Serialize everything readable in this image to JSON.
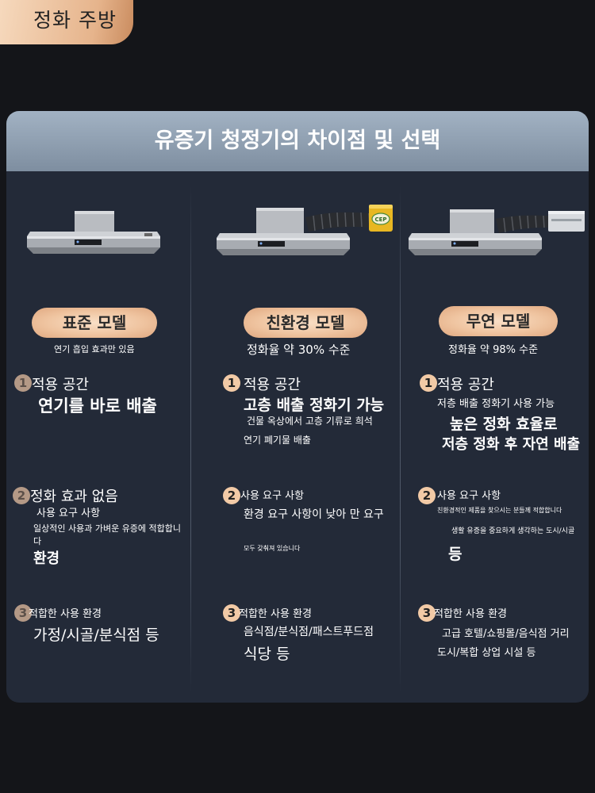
{
  "brand": {
    "name": "정화 주방"
  },
  "title": "유증기 청정기의 차이점 및 선택",
  "columns": [
    {
      "badge": "표준 모델",
      "subtitle": "연기 흡입 효과만 있음",
      "s1_num": "1",
      "s1_title": "적용 공간",
      "s1_lines": [
        "연기를 바로 배출"
      ],
      "s2_num": "2",
      "s2_title": "정화 효과 없음",
      "s2_subtitle": "사용 요구 사항",
      "s2_lines": [
        "일상적인 사용과 가벼운 유증에 적합합니",
        "다",
        "환경"
      ],
      "s3_num": "3",
      "s3_title": "적합한 사용 환경",
      "s3_lines": [
        "가정/시골/분식점 등"
      ]
    },
    {
      "badge": "친환경 모델",
      "subtitle": "정화율 약 30% 수준",
      "s1_num": "1",
      "s1_title": "적용 공간",
      "s1_lines": [
        "고층 배출 정화기 가능",
        "건물 옥상에서 고층 기류로 희석",
        "연기 폐기물 배출"
      ],
      "s2_num": "2",
      "s2_title": "사용 요구 사항",
      "s2_lines": [
        "환경 요구 사항이 낮아 만 요구",
        "모두 갖춰져 있습니다"
      ],
      "s3_num": "3",
      "s3_title": "적합한 사용 환경",
      "s3_lines": [
        "음식점/분식점/패스트푸드점",
        "식당 등"
      ],
      "logo": "CEP"
    },
    {
      "badge": "무연 모델",
      "subtitle": "정화율 약 98% 수준",
      "s1_num": "1",
      "s1_title": "적용 공간",
      "s1_lines": [
        "저층 배출 정화기 사용 가능",
        "높은 정화 효율로",
        "저층 정화 후 자연 배출"
      ],
      "s2_num": "2",
      "s2_title": "사용 요구 사항",
      "s2_lines": [
        "친환경적인 제품을 찾으시는 분들께 적합합니다",
        "생활 유증을 중요하게 생각하는 도시/시골",
        "등"
      ],
      "s3_num": "3",
      "s3_title": "적합한 사용 환경",
      "s3_lines": [
        "고급 호텔/쇼핑몰/음식점 거리",
        "도시/복합 상업 시설 등"
      ]
    }
  ],
  "colors": {
    "panel": "#232a38",
    "header": "#8b9bad",
    "badge": "#efc4a0",
    "background": "#141519"
  },
  "icons": [
    "range-hood-icon",
    "exhaust-duct-icon",
    "purifier-box-icon",
    "cep-logo-icon"
  ]
}
